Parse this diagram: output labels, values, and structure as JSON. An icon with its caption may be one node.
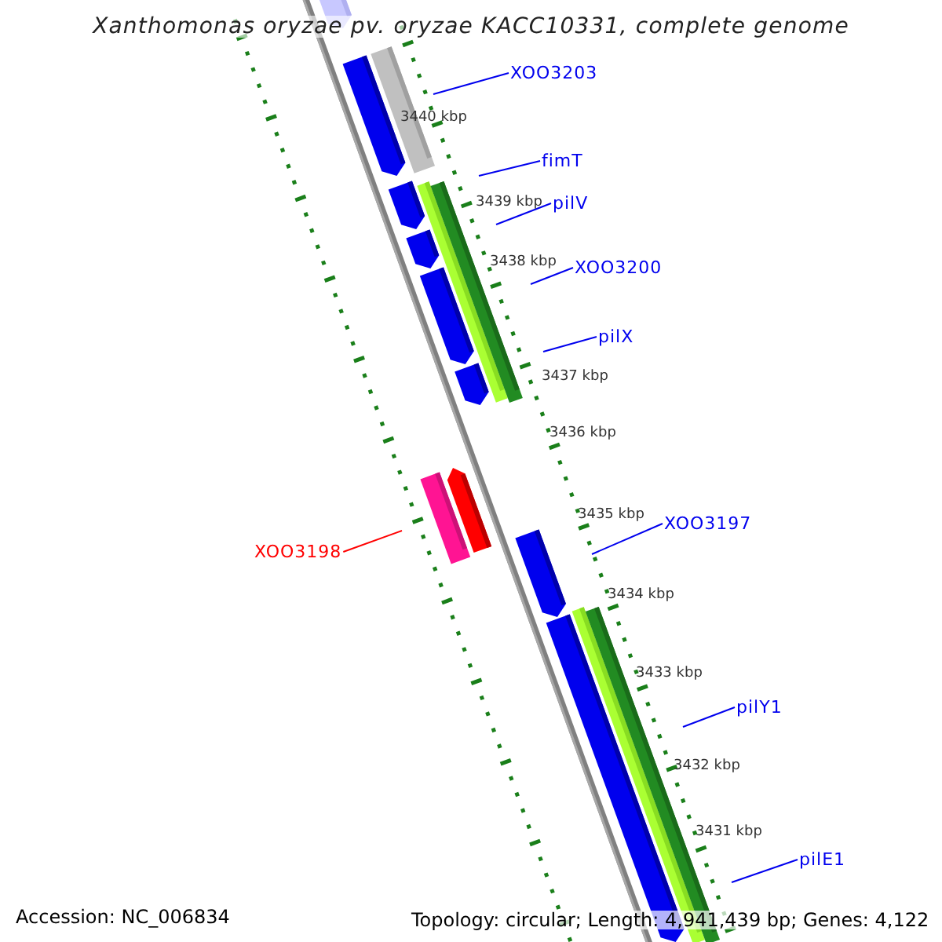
{
  "diagram": {
    "title": "Xanthomonas oryzae pv. oryzae KACC10331, complete genome",
    "nodes": [
      {
        "text": [
          "XOO3203"
        ]
      },
      {
        "text": [
          "fimT"
        ]
      },
      {
        "text": [
          "pilV"
        ]
      },
      {
        "text": [
          "XOO3200"
        ]
      },
      {
        "text": [
          "pilX"
        ]
      },
      {
        "text": [
          "XOO3197"
        ]
      },
      {
        "text": [
          "XOO3198"
        ]
      },
      {
        "text": [
          "pilY1"
        ]
      },
      {
        "text": [
          "pilE1"
        ]
      }
    ],
    "edges": [
      {
        "from": 0,
        "to": null,
        "arrow": "none"
      },
      {
        "from": 1,
        "to": null,
        "arrow": "none"
      },
      {
        "from": 2,
        "to": null,
        "arrow": "none"
      },
      {
        "from": 3,
        "to": null,
        "arrow": "none"
      },
      {
        "from": 4,
        "to": null,
        "arrow": "none"
      },
      {
        "from": 5,
        "to": null,
        "arrow": "none"
      },
      {
        "from": 6,
        "to": null,
        "arrow": "none",
        "color": "#ff0000"
      },
      {
        "from": 7,
        "to": null,
        "arrow": "none"
      },
      {
        "from": 8,
        "to": null,
        "arrow": "none"
      }
    ],
    "labels": [
      "3440 kbp",
      "3439 kbp",
      "3438 kbp",
      "3437 kbp",
      "3436 kbp",
      "3435 kbp",
      "3434 kbp",
      "3433 kbp",
      "3432 kbp",
      "3431 kbp",
      "Accession: NC_006834",
      "Topology: circular; Length: 4,941,439 bp; Genes: 4,122"
    ]
  }
}
